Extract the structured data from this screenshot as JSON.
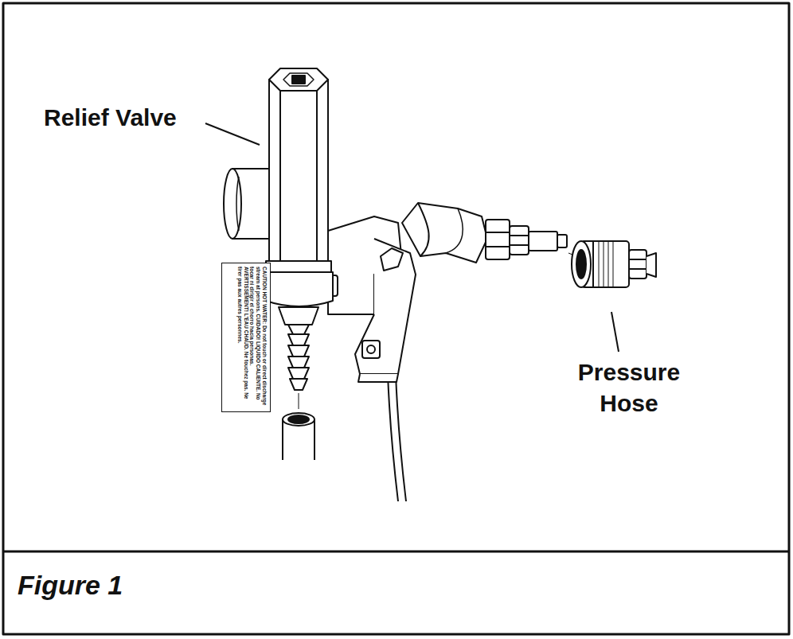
{
  "diagram": {
    "caption": "Figure 1",
    "nodes": [
      {
        "text": [
          "CAUTION HOT WATER: Do not touch or direct discharge stream at persons. CUIDADO! LIQUIDO CALIENTE. No tocar ni dirigir el chorro hacia personas. AVERTISSEMENT! L'EAU CHAUD. Ne touchez pas. Ne tirer pas aux autres personnes."
        ]
      }
    ],
    "labels": [
      "Relief Valve",
      "Pressure Hose"
    ]
  }
}
